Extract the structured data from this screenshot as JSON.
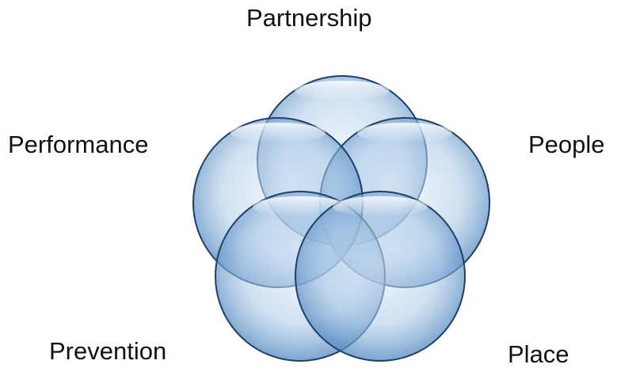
{
  "diagram": {
    "type": "five-circle-overlap",
    "labels": {
      "partnership": "Partnership",
      "people": "People",
      "performance": "Performance",
      "prevention": "Prevention",
      "place": "Place"
    },
    "colors": {
      "circle_fill_light": "#e4effa",
      "circle_fill_mid": "#a9c8e6",
      "circle_fill_edge": "#4f86bf",
      "circle_stroke": "#1f3f66",
      "text": "#111111"
    }
  }
}
